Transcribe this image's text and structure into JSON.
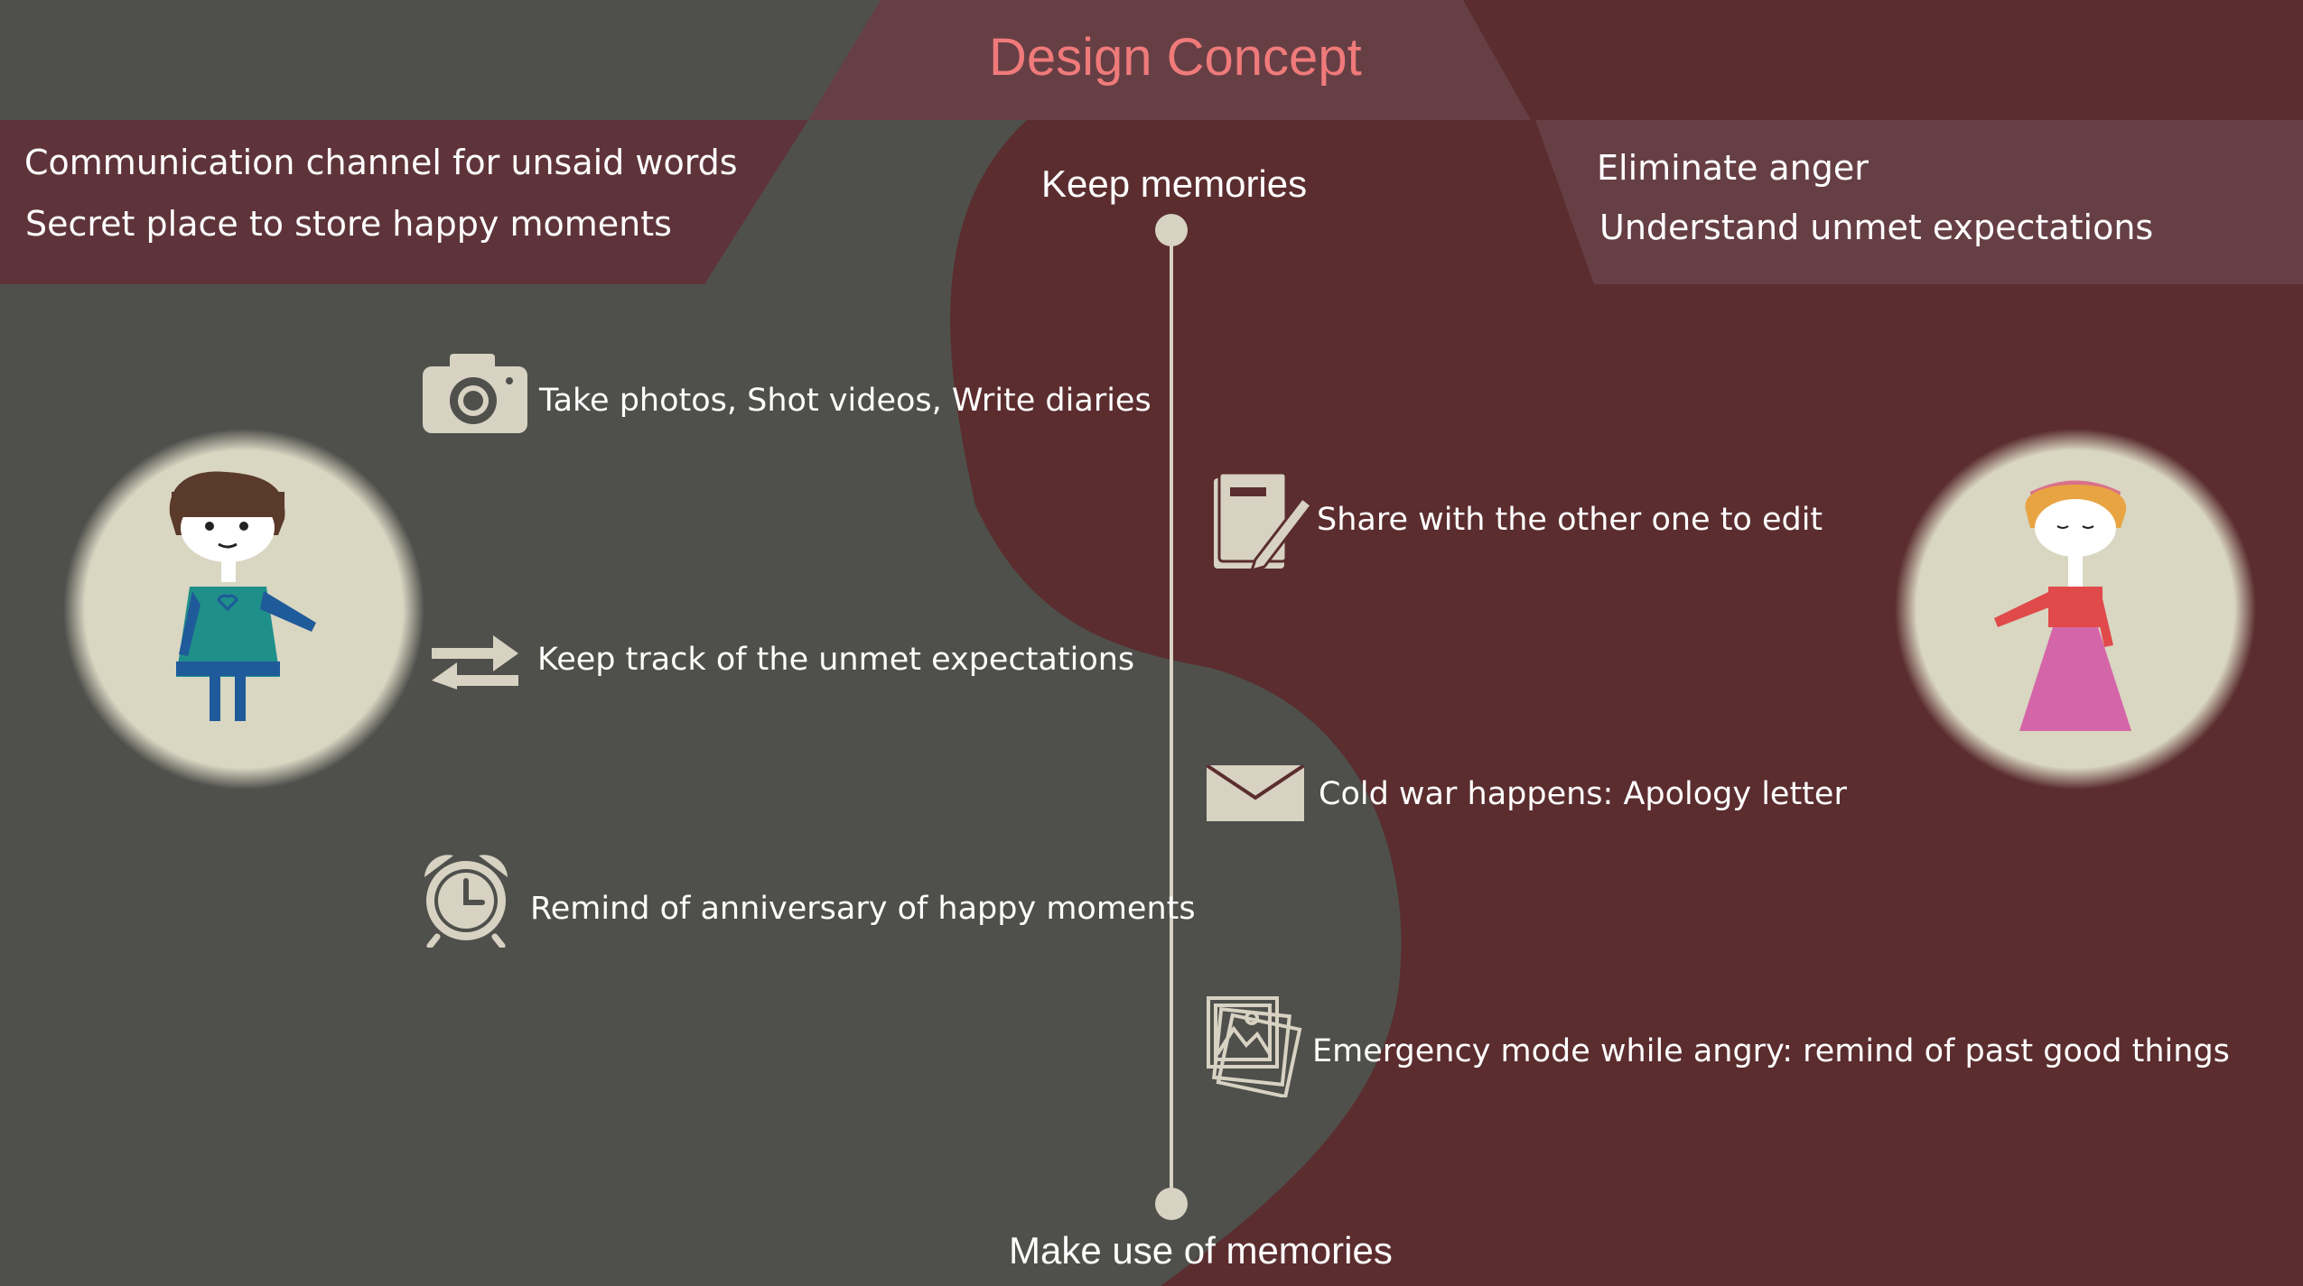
{
  "title": "Design Concept",
  "left_header": {
    "line1": "Communication channel for unsaid  words",
    "line2": "Secret place to store happy moments"
  },
  "right_header": {
    "line1": "Eliminate anger",
    "line2": "Understand unmet expectations"
  },
  "timeline": {
    "top_label": "Keep memories",
    "bottom_label": "Make use of memories"
  },
  "left_items": [
    {
      "icon": "camera-icon",
      "text": "Take photos, Shot videos, Write diaries"
    },
    {
      "icon": "swap-arrows-icon",
      "text": "Keep track of the unmet expectations"
    },
    {
      "icon": "alarm-clock-icon",
      "text": "Remind of anniversary of happy moments"
    }
  ],
  "right_items": [
    {
      "icon": "notebook-pencil-icon",
      "text": "Share with the other one to edit"
    },
    {
      "icon": "envelope-icon",
      "text": "Cold war happens: Apology letter"
    },
    {
      "icon": "photos-stack-icon",
      "text": "Emergency mode while angry: remind of past good things"
    }
  ],
  "colors": {
    "background_gray": "#4f504c",
    "background_maroon": "#5b2d2f",
    "banner": "#663f45",
    "title": "#f07a7a",
    "accent_cream": "#d7d2c2"
  }
}
